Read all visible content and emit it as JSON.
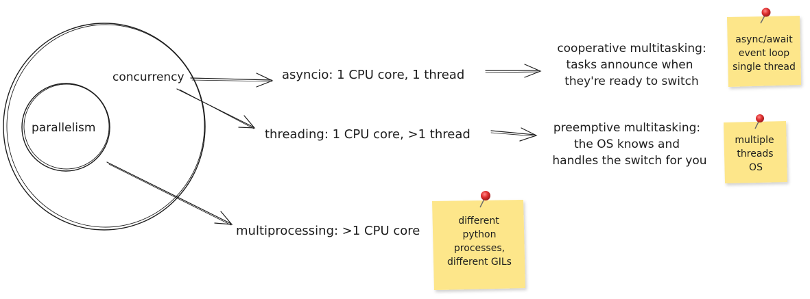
{
  "diagram": {
    "circles": {
      "outer": "concurrency",
      "inner": "parallelism"
    },
    "branches": [
      {
        "label": "asyncio: 1 CPU core, 1 thread",
        "description": [
          "cooperative multitasking:",
          "tasks announce when",
          "they're ready to switch"
        ],
        "note": [
          "async/await",
          "event loop",
          "single thread"
        ]
      },
      {
        "label": "threading: 1 CPU core, >1 thread",
        "description": [
          "preemptive multitasking:",
          "the OS knows and",
          "handles the switch for you"
        ],
        "note": [
          "multiple",
          "threads",
          "OS"
        ]
      },
      {
        "label": "multiprocessing: >1 CPU core",
        "note": [
          "different",
          "python",
          "processes,",
          "different GILs"
        ]
      }
    ]
  },
  "colors": {
    "ink": "#1e1e1e",
    "note": "#fde68a",
    "note_shadow": "#d9c45f",
    "pin": "#e03131",
    "pin_dark": "#a61e1e"
  }
}
